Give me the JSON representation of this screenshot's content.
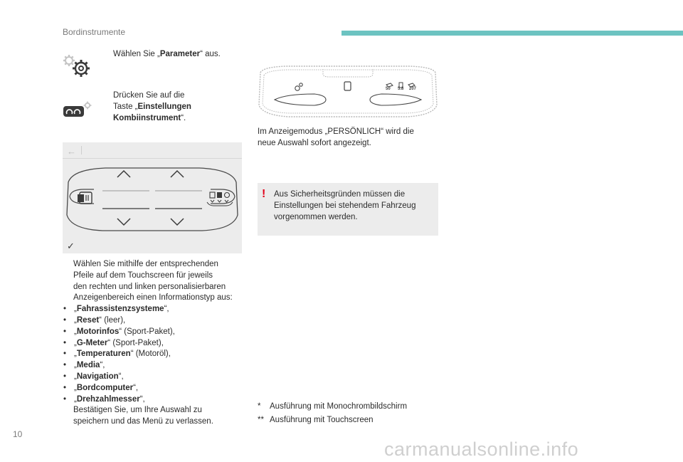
{
  "header": {
    "title": "Bordinstrumente",
    "accent_color": "#6cc3c1"
  },
  "page_number": "10",
  "watermark": "carmanualsonline.info",
  "steps": {
    "marker": "",
    "step1": {
      "pre": "Wählen Sie „",
      "bold": "Parameter",
      "post": "“ aus."
    },
    "step2": {
      "line1": "Drücken Sie auf die",
      "line2_pre": "Taste „",
      "line2_bold": "Einstellungen",
      "line3_bold": "Kombiinstrument",
      "line3_post": "“."
    }
  },
  "panel": {
    "back_label": "←",
    "confirm_label": "✓",
    "left_icon": "instrument-cluster-icon",
    "right_icon": "sport-gauges-icon"
  },
  "instructions": {
    "intro": [
      "Wählen Sie mithilfe der entsprechenden",
      "Pfeile auf dem Touchscreen für jeweils",
      "den rechten und linken personalisierbaren",
      "Anzeigenbereich einen Informationstyp aus:"
    ],
    "options": [
      {
        "bold": "Fahrassistenzsysteme",
        "post": "“,"
      },
      {
        "bold": "Reset",
        "post": "“ (leer),"
      },
      {
        "bold": "Motorinfos",
        "post": "“ (Sport-Paket),"
      },
      {
        "bold": "G-Meter",
        "post": "“ (Sport-Paket),"
      },
      {
        "bold": "Temperaturen",
        "post": "“ (Motoröl),"
      },
      {
        "bold": "Media",
        "post": "“,"
      },
      {
        "bold": "Navigation",
        "post": "“,"
      },
      {
        "bold": "Bordcomputer",
        "post": "“,"
      },
      {
        "bold": "Drehzahlmesser",
        "post": "“,"
      }
    ],
    "bullet": "•",
    "open_quote": "„",
    "confirm": [
      "Bestätigen Sie, um Ihre Auswahl zu",
      "speichern und das Menü zu verlassen."
    ]
  },
  "cluster": {
    "values": [
      "50",
      "5.8",
      "207"
    ]
  },
  "mode_text": [
    "Im Anzeigemodus „PERSÖNLICH“ wird die",
    "neue Auswahl sofort angezeigt."
  ],
  "warning": {
    "icon": "!",
    "icon_color": "#e2001a",
    "lines": [
      "Aus Sicherheitsgründen müssen die",
      "Einstellungen bei stehendem Fahrzeug",
      "vorgenommen werden."
    ]
  },
  "footnotes": [
    {
      "mark": "*",
      "text": "Ausführung mit Monochrombildschirm"
    },
    {
      "mark": "**",
      "text": "Ausführung mit Touchscreen"
    }
  ]
}
